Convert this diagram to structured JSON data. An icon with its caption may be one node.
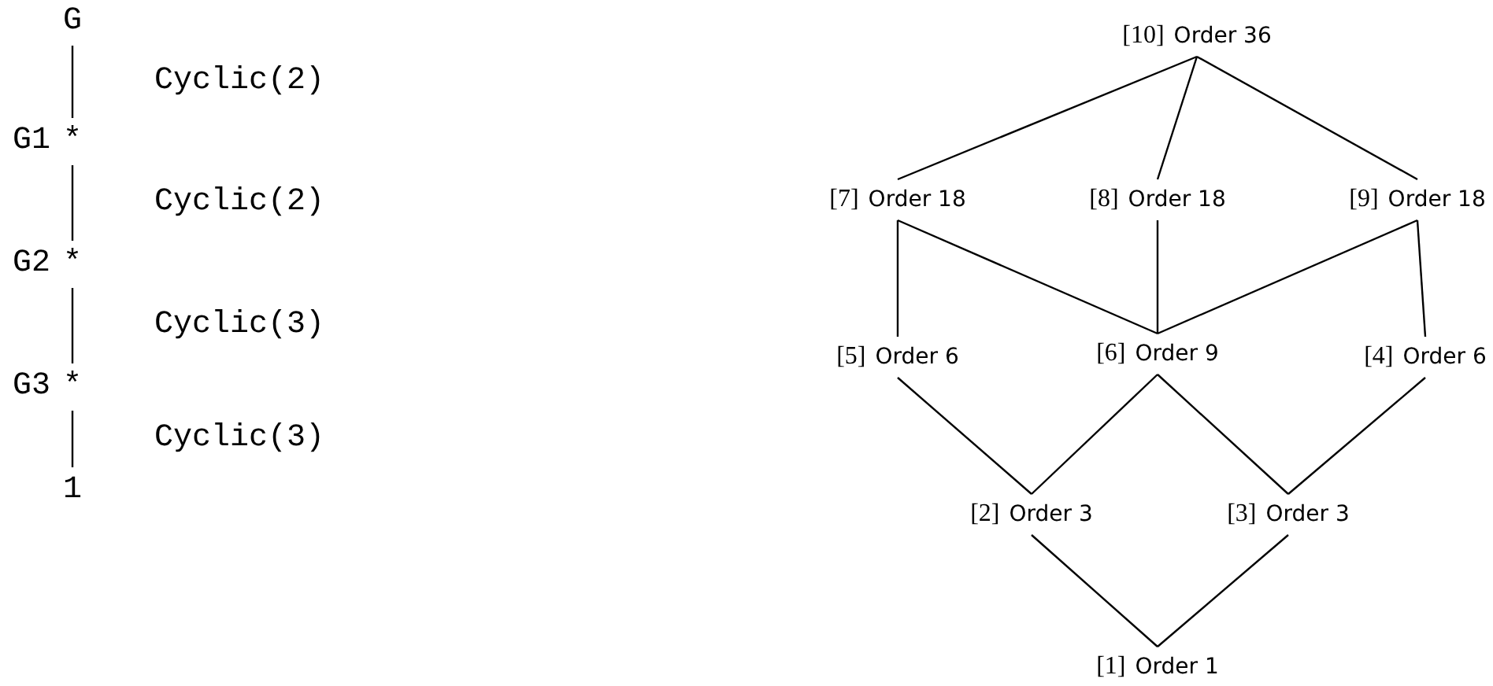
{
  "diagram": {
    "nodes": [
      {
        "text": [
          "G"
        ]
      },
      {
        "text": [
          "G1",
          "*"
        ]
      },
      {
        "text": [
          "G2",
          "*"
        ]
      },
      {
        "text": [
          "G3",
          "*"
        ]
      },
      {
        "text": [
          "1"
        ]
      },
      {
        "text": [
          "[10]",
          "Order 36"
        ]
      },
      {
        "text": [
          "[7]",
          "Order 18"
        ]
      },
      {
        "text": [
          "[8]",
          "Order 18"
        ]
      },
      {
        "text": [
          "[9]",
          "Order 18"
        ]
      },
      {
        "text": [
          "[5]",
          "Order 6"
        ]
      },
      {
        "text": [
          "[6]",
          "Order 9"
        ]
      },
      {
        "text": [
          "[4]",
          "Order 6"
        ]
      },
      {
        "text": [
          "[2]",
          "Order 3"
        ]
      },
      {
        "text": [
          "[3]",
          "Order 3"
        ]
      },
      {
        "text": [
          "[1]",
          "Order 1"
        ]
      }
    ],
    "edges": [
      {
        "from": 0,
        "to": 1,
        "arrow": "none",
        "label": "Cyclic(2)"
      },
      {
        "from": 1,
        "to": 2,
        "arrow": "none",
        "label": "Cyclic(2)"
      },
      {
        "from": 2,
        "to": 3,
        "arrow": "none",
        "label": "Cyclic(3)"
      },
      {
        "from": 3,
        "to": 4,
        "arrow": "none",
        "label": "Cyclic(3)"
      },
      {
        "from": 5,
        "to": 6,
        "arrow": "none"
      },
      {
        "from": 5,
        "to": 7,
        "arrow": "none"
      },
      {
        "from": 5,
        "to": 8,
        "arrow": "none"
      },
      {
        "from": 6,
        "to": 9,
        "arrow": "none"
      },
      {
        "from": 6,
        "to": 10,
        "arrow": "none"
      },
      {
        "from": 7,
        "to": 10,
        "arrow": "none"
      },
      {
        "from": 8,
        "to": 10,
        "arrow": "none"
      },
      {
        "from": 8,
        "to": 11,
        "arrow": "none"
      },
      {
        "from": 9,
        "to": 12,
        "arrow": "none"
      },
      {
        "from": 10,
        "to": 12,
        "arrow": "none"
      },
      {
        "from": 10,
        "to": 13,
        "arrow": "none"
      },
      {
        "from": 11,
        "to": 13,
        "arrow": "none"
      },
      {
        "from": 12,
        "to": 14,
        "arrow": "none"
      },
      {
        "from": 13,
        "to": 14,
        "arrow": "none"
      }
    ]
  }
}
